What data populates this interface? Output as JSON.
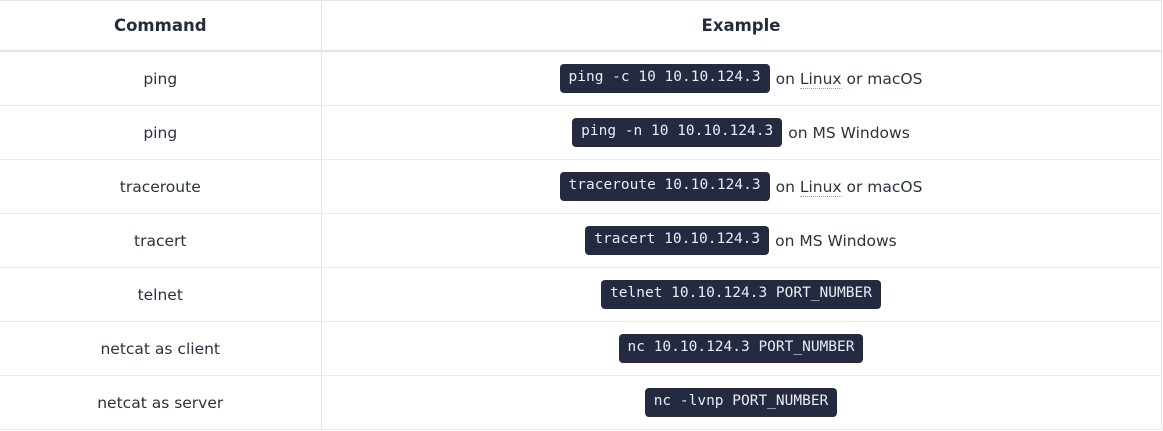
{
  "table": {
    "headers": [
      "Command",
      "Example"
    ],
    "rows": [
      {
        "command": "ping",
        "code": "ping -c 10 10.10.124.3",
        "suffix_before": "on ",
        "suffix_abbr": "Linux",
        "suffix_after": " or macOS"
      },
      {
        "command": "ping",
        "code": "ping -n 10 10.10.124.3",
        "suffix_before": "on MS Windows",
        "suffix_abbr": "",
        "suffix_after": ""
      },
      {
        "command": "traceroute",
        "code": "traceroute 10.10.124.3",
        "suffix_before": "on ",
        "suffix_abbr": "Linux",
        "suffix_after": " or macOS"
      },
      {
        "command": "tracert",
        "code": "tracert 10.10.124.3",
        "suffix_before": "on MS Windows",
        "suffix_abbr": "",
        "suffix_after": ""
      },
      {
        "command": "telnet",
        "code": "telnet 10.10.124.3 PORT_NUMBER",
        "suffix_before": "",
        "suffix_abbr": "",
        "suffix_after": ""
      },
      {
        "command": "netcat as client",
        "code": "nc 10.10.124.3 PORT_NUMBER",
        "suffix_before": "",
        "suffix_abbr": "",
        "suffix_after": ""
      },
      {
        "command": "netcat as server",
        "code": "nc -lvnp PORT_NUMBER",
        "suffix_before": "",
        "suffix_abbr": "",
        "suffix_after": ""
      }
    ]
  },
  "colors": {
    "code_background": "#242b40",
    "code_text": "#e9ecf2",
    "border": "#e3e6ea",
    "header_text": "#1f2d3d",
    "body_text": "#2b3340"
  }
}
